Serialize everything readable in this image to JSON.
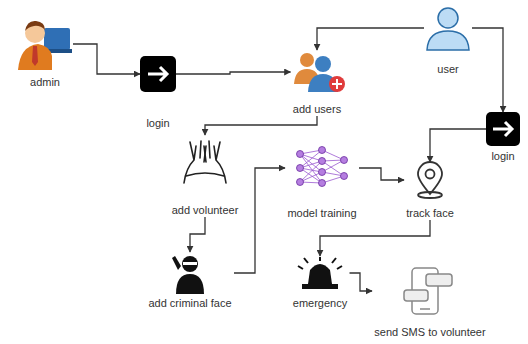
{
  "diagram": {
    "nodes": [
      {
        "text": [
          "admin"
        ]
      },
      {
        "text": [
          "login"
        ]
      },
      {
        "text": [
          "add users"
        ]
      },
      {
        "text": [
          "user"
        ]
      },
      {
        "text": [
          "login"
        ]
      },
      {
        "text": [
          "add volunteer"
        ]
      },
      {
        "text": [
          "model training"
        ]
      },
      {
        "text": [
          "track face"
        ]
      },
      {
        "text": [
          "add criminal face"
        ]
      },
      {
        "text": [
          "emergency"
        ]
      },
      {
        "text": [
          "send SMS to volunteer"
        ]
      }
    ],
    "edges": [
      {
        "from": 0,
        "to": 1,
        "arrow": "to"
      },
      {
        "from": 1,
        "to": 2,
        "arrow": "to"
      },
      {
        "from": 3,
        "to": 2,
        "arrow": "to"
      },
      {
        "from": 3,
        "to": 4,
        "arrow": "to"
      },
      {
        "from": 2,
        "to": 5,
        "arrow": "to"
      },
      {
        "from": 5,
        "to": 8,
        "arrow": "to"
      },
      {
        "from": 8,
        "to": 6,
        "arrow": "to"
      },
      {
        "from": 6,
        "to": 7,
        "arrow": "to"
      },
      {
        "from": 4,
        "to": 7,
        "arrow": "to"
      },
      {
        "from": 7,
        "to": 9,
        "arrow": "to"
      },
      {
        "from": 9,
        "to": 10,
        "arrow": "to"
      }
    ]
  }
}
